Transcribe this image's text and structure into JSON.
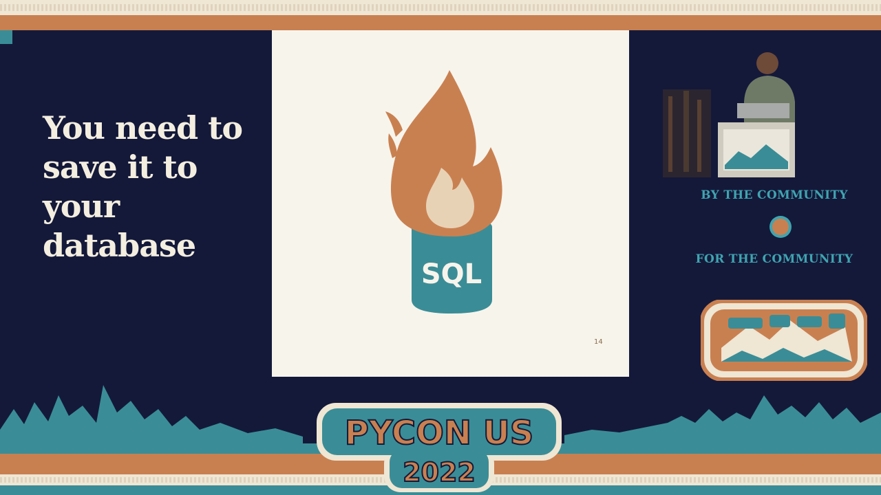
{
  "headline": "You need to save it to your database",
  "slide": {
    "logo_text": "SQL",
    "page_number": "14",
    "colors": {
      "flame": "#c98050",
      "flame_inner": "#e8d2b6",
      "drum": "#3a8d96"
    }
  },
  "sidebar": {
    "tagline_top": "BY THE COMMUNITY",
    "tagline_bottom": "FOR THE COMMUNITY"
  },
  "event": {
    "name": "PYCON US",
    "year": "2022"
  },
  "colors": {
    "background": "#14193a",
    "accent_orange": "#c98050",
    "accent_teal": "#3a8d96",
    "cream": "#efe6d4"
  }
}
